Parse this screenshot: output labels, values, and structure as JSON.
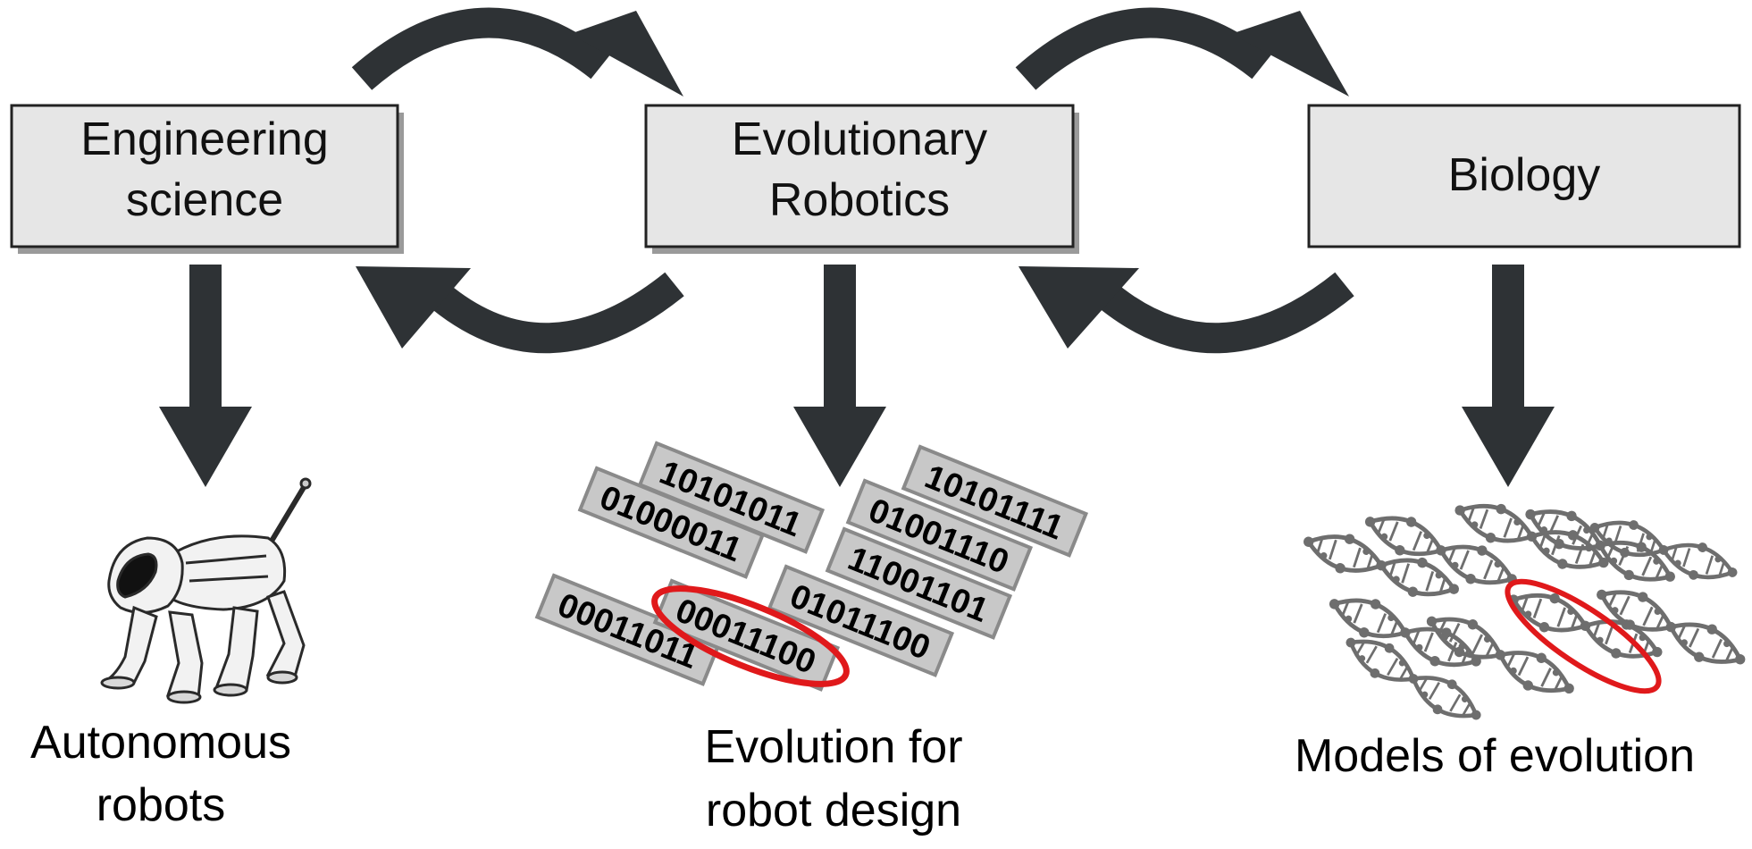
{
  "colors": {
    "arrow": "#2e3235",
    "box_fill": "#e6e6e6",
    "highlight": "#e0191b",
    "dna": "#6e6e6e"
  },
  "nodes": {
    "engineering": {
      "line1": "Engineering",
      "line2": "science"
    },
    "evolutionary": {
      "line1": "Evolutionary",
      "line2": "Robotics"
    },
    "biology": {
      "label": "Biology"
    }
  },
  "outputs": {
    "autonomous": {
      "line1": "Autonomous",
      "line2": "robots"
    },
    "evolution_design": {
      "line1": "Evolution for",
      "line2": "robot design"
    },
    "models": {
      "label": "Models of evolution"
    }
  },
  "binary_strings": [
    "10101011",
    "01000011",
    "00011011",
    "00011100",
    "01011100",
    "11001101",
    "01001110",
    "10101111"
  ],
  "icons": {
    "robot": "robot-dog-icon",
    "dna": "dna-helix-icon"
  }
}
